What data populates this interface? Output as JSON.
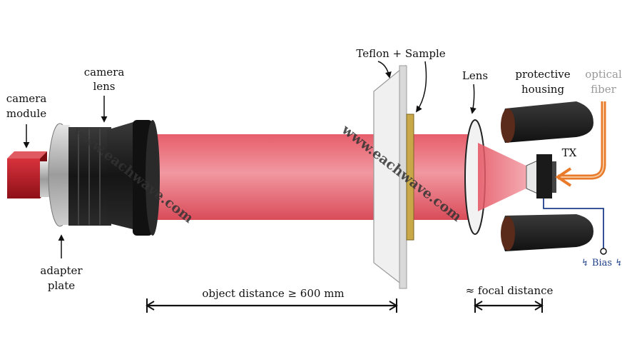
{
  "labels": {
    "camera_module": [
      "camera",
      "module"
    ],
    "camera_lens": [
      "camera",
      "lens"
    ],
    "adapter_plate": [
      "adapter",
      "plate"
    ],
    "teflon_sample": "Teflon + Sample",
    "lens": "Lens",
    "protective_housing": [
      "protective",
      "housing"
    ],
    "optical_fiber": [
      "optical",
      "fiber"
    ],
    "tx": "TX",
    "bias": "↯ Bias ↯",
    "object_distance": "object distance ≥ 600 mm",
    "focal_distance": "≈ focal distance"
  },
  "watermarks": [
    "www.eachwave.com",
    "www.eachwave.com"
  ],
  "colors": {
    "beam": "#e0404f",
    "beam_highlight": "#f5a0a8",
    "camera_module": "#c0202a",
    "lens_body": "#1e1e1e",
    "adapter": "#b8b8b8",
    "teflon": "#ebebeb",
    "sample": "#c9a84a",
    "housing": "#1a1a1a",
    "fiber": "#e87a2a",
    "optical_fiber_text": "#999999",
    "bias_wire": "#1f3f8a",
    "watermark": "#333333"
  }
}
